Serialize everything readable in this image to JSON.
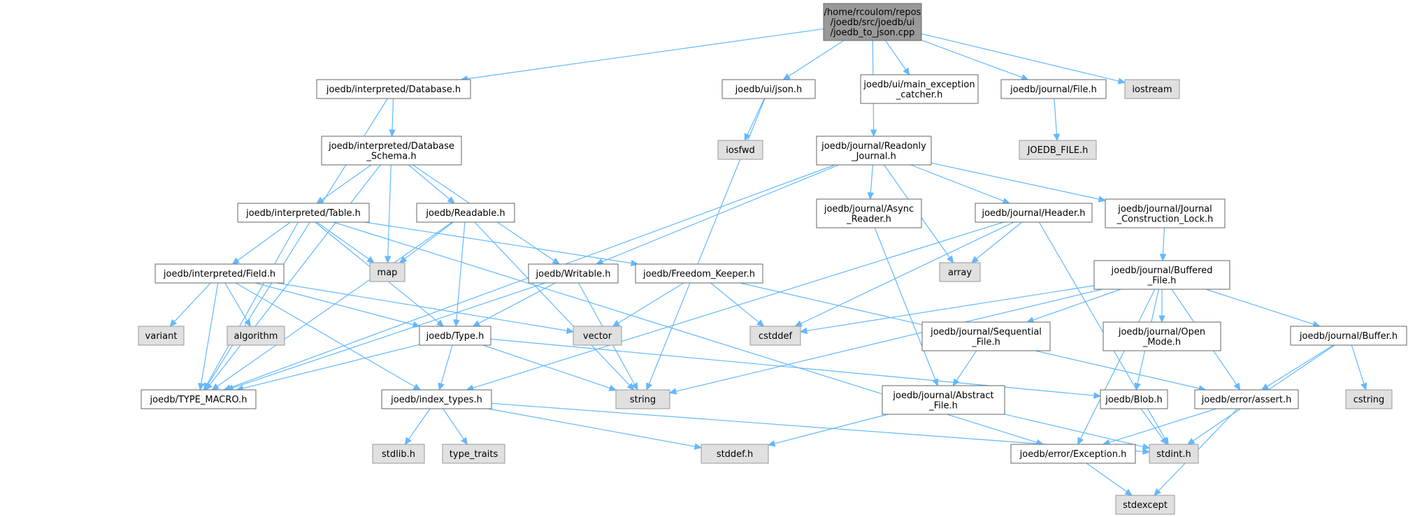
{
  "graph": {
    "nodes": [
      {
        "id": "root",
        "lines": [
          "/home/rcoulom/repos",
          "/joedb/src/joedb/ui",
          "/joedb_to_json.cpp"
        ],
        "kind": "root"
      },
      {
        "id": "db",
        "lines": [
          "joedb/interpreted/Database.h"
        ],
        "kind": "project"
      },
      {
        "id": "json",
        "lines": [
          "joedb/ui/json.h"
        ],
        "kind": "project"
      },
      {
        "id": "mainexc",
        "lines": [
          "joedb/ui/main_exception",
          "_catcher.h"
        ],
        "kind": "project"
      },
      {
        "id": "jfile",
        "lines": [
          "joedb/journal/File.h"
        ],
        "kind": "project"
      },
      {
        "id": "iostream",
        "lines": [
          "iostream"
        ],
        "kind": "system"
      },
      {
        "id": "dbschema",
        "lines": [
          "joedb/interpreted/Database",
          "_Schema.h"
        ],
        "kind": "project"
      },
      {
        "id": "iosfwd",
        "lines": [
          "iosfwd"
        ],
        "kind": "system"
      },
      {
        "id": "rojournal",
        "lines": [
          "joedb/journal/Readonly",
          "_Journal.h"
        ],
        "kind": "project"
      },
      {
        "id": "joedbfile",
        "lines": [
          "JOEDB_FILE.h"
        ],
        "kind": "system"
      },
      {
        "id": "table",
        "lines": [
          "joedb/interpreted/Table.h"
        ],
        "kind": "project"
      },
      {
        "id": "readable",
        "lines": [
          "joedb/Readable.h"
        ],
        "kind": "project"
      },
      {
        "id": "asyncreader",
        "lines": [
          "joedb/journal/Async",
          "_Reader.h"
        ],
        "kind": "project"
      },
      {
        "id": "header",
        "lines": [
          "joedb/journal/Header.h"
        ],
        "kind": "project"
      },
      {
        "id": "jclock",
        "lines": [
          "joedb/journal/Journal",
          "_Construction_Lock.h"
        ],
        "kind": "project"
      },
      {
        "id": "map",
        "lines": [
          "map"
        ],
        "kind": "system"
      },
      {
        "id": "array",
        "lines": [
          "array"
        ],
        "kind": "system"
      },
      {
        "id": "field",
        "lines": [
          "joedb/interpreted/Field.h"
        ],
        "kind": "project"
      },
      {
        "id": "writable",
        "lines": [
          "joedb/Writable.h"
        ],
        "kind": "project"
      },
      {
        "id": "freedom",
        "lines": [
          "joedb/Freedom_Keeper.h"
        ],
        "kind": "project"
      },
      {
        "id": "bfile",
        "lines": [
          "joedb/journal/Buffered",
          "_File.h"
        ],
        "kind": "project"
      },
      {
        "id": "variant",
        "lines": [
          "variant"
        ],
        "kind": "system"
      },
      {
        "id": "algorithm",
        "lines": [
          "algorithm"
        ],
        "kind": "system"
      },
      {
        "id": "type",
        "lines": [
          "joedb/Type.h"
        ],
        "kind": "project"
      },
      {
        "id": "vector",
        "lines": [
          "vector"
        ],
        "kind": "system"
      },
      {
        "id": "cstddef",
        "lines": [
          "cstddef"
        ],
        "kind": "system"
      },
      {
        "id": "seqfile",
        "lines": [
          "joedb/journal/Sequential",
          "_File.h"
        ],
        "kind": "project"
      },
      {
        "id": "openmode",
        "lines": [
          "joedb/journal/Open",
          "_Mode.h"
        ],
        "kind": "project"
      },
      {
        "id": "buffer",
        "lines": [
          "joedb/journal/Buffer.h"
        ],
        "kind": "project"
      },
      {
        "id": "typemacro",
        "lines": [
          "joedb/TYPE_MACRO.h"
        ],
        "kind": "project"
      },
      {
        "id": "indextypes",
        "lines": [
          "joedb/index_types.h"
        ],
        "kind": "project"
      },
      {
        "id": "string",
        "lines": [
          "string"
        ],
        "kind": "system"
      },
      {
        "id": "absfile",
        "lines": [
          "joedb/journal/Abstract",
          "_File.h"
        ],
        "kind": "project"
      },
      {
        "id": "blob",
        "lines": [
          "joedb/Blob.h"
        ],
        "kind": "project"
      },
      {
        "id": "assert",
        "lines": [
          "joedb/error/assert.h"
        ],
        "kind": "project"
      },
      {
        "id": "cstring",
        "lines": [
          "cstring"
        ],
        "kind": "system"
      },
      {
        "id": "stdlib",
        "lines": [
          "stdlib.h"
        ],
        "kind": "system"
      },
      {
        "id": "typetraits",
        "lines": [
          "type_traits"
        ],
        "kind": "system"
      },
      {
        "id": "stddef",
        "lines": [
          "stddef.h"
        ],
        "kind": "system"
      },
      {
        "id": "exception",
        "lines": [
          "joedb/error/Exception.h"
        ],
        "kind": "project"
      },
      {
        "id": "stdint",
        "lines": [
          "stdint.h"
        ],
        "kind": "system"
      },
      {
        "id": "stdexcept",
        "lines": [
          "stdexcept"
        ],
        "kind": "system"
      }
    ],
    "edges": [
      [
        "root",
        "db"
      ],
      [
        "root",
        "json"
      ],
      [
        "root",
        "mainexc"
      ],
      [
        "root",
        "jfile"
      ],
      [
        "root",
        "iostream"
      ],
      [
        "root",
        "rojournal"
      ],
      [
        "db",
        "dbschema"
      ],
      [
        "db",
        "typemacro"
      ],
      [
        "json",
        "iosfwd"
      ],
      [
        "json",
        "string"
      ],
      [
        "jfile",
        "joedbfile"
      ],
      [
        "dbschema",
        "table"
      ],
      [
        "dbschema",
        "readable"
      ],
      [
        "dbschema",
        "map"
      ],
      [
        "dbschema",
        "writable"
      ],
      [
        "dbschema",
        "typemacro"
      ],
      [
        "rojournal",
        "asyncreader"
      ],
      [
        "rojournal",
        "header"
      ],
      [
        "rojournal",
        "jclock"
      ],
      [
        "rojournal",
        "array"
      ],
      [
        "rojournal",
        "writable"
      ],
      [
        "rojournal",
        "typemacro"
      ],
      [
        "table",
        "field"
      ],
      [
        "table",
        "map"
      ],
      [
        "table",
        "freedom"
      ],
      [
        "table",
        "type"
      ],
      [
        "table",
        "typemacro"
      ],
      [
        "table",
        "exception"
      ],
      [
        "readable",
        "map"
      ],
      [
        "readable",
        "type"
      ],
      [
        "readable",
        "string"
      ],
      [
        "readable",
        "typemacro"
      ],
      [
        "asyncreader",
        "absfile"
      ],
      [
        "header",
        "array"
      ],
      [
        "header",
        "cstddef"
      ],
      [
        "header",
        "stdint"
      ],
      [
        "header",
        "indextypes"
      ],
      [
        "jclock",
        "bfile"
      ],
      [
        "field",
        "variant"
      ],
      [
        "field",
        "algorithm"
      ],
      [
        "field",
        "type"
      ],
      [
        "field",
        "vector"
      ],
      [
        "field",
        "typemacro"
      ],
      [
        "field",
        "indextypes"
      ],
      [
        "writable",
        "type"
      ],
      [
        "writable",
        "string"
      ],
      [
        "writable",
        "typemacro"
      ],
      [
        "freedom",
        "vector"
      ],
      [
        "freedom",
        "cstddef"
      ],
      [
        "freedom",
        "assert"
      ],
      [
        "bfile",
        "seqfile"
      ],
      [
        "bfile",
        "openmode"
      ],
      [
        "bfile",
        "buffer"
      ],
      [
        "bfile",
        "blob"
      ],
      [
        "bfile",
        "assert"
      ],
      [
        "bfile",
        "exception"
      ],
      [
        "bfile",
        "string"
      ],
      [
        "bfile",
        "cstddef"
      ],
      [
        "type",
        "indextypes"
      ],
      [
        "type",
        "string"
      ],
      [
        "type",
        "blob"
      ],
      [
        "type",
        "typemacro"
      ],
      [
        "seqfile",
        "absfile"
      ],
      [
        "buffer",
        "cstring"
      ],
      [
        "buffer",
        "stdint"
      ],
      [
        "buffer",
        "assert"
      ],
      [
        "indextypes",
        "stdlib"
      ],
      [
        "indextypes",
        "typetraits"
      ],
      [
        "indextypes",
        "stddef"
      ],
      [
        "indextypes",
        "stdint"
      ],
      [
        "absfile",
        "stddef"
      ],
      [
        "absfile",
        "stdint"
      ],
      [
        "blob",
        "stdint"
      ],
      [
        "assert",
        "exception"
      ],
      [
        "assert",
        "stdexcept"
      ],
      [
        "exception",
        "stdexcept"
      ]
    ]
  }
}
